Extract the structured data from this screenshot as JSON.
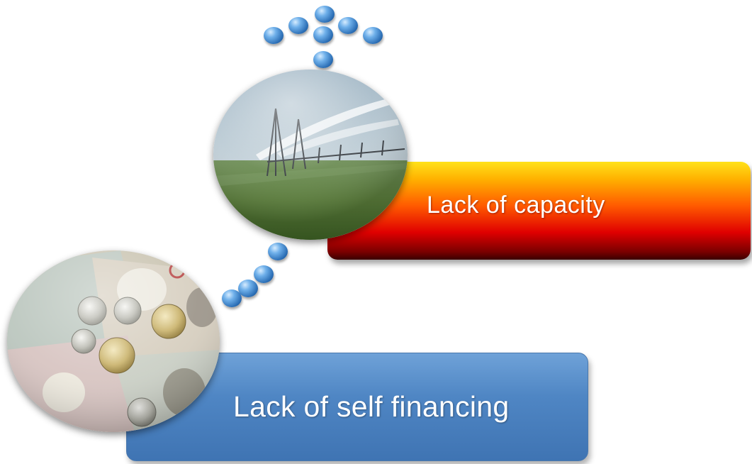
{
  "diagram": {
    "labels": {
      "capacity": "Lack of capacity",
      "financing": "Lack of self financing"
    },
    "images": {
      "top": "irrigation-field-photo",
      "bottom": "yen-banknotes-coins-photo"
    },
    "colors": {
      "capacity_bar_top": "#ffe21a",
      "capacity_bar_mid": "#ff5a00",
      "capacity_bar_bottom": "#7a0000",
      "financing_bar": "#4f86c4",
      "bead": "#2c6fb6"
    }
  }
}
